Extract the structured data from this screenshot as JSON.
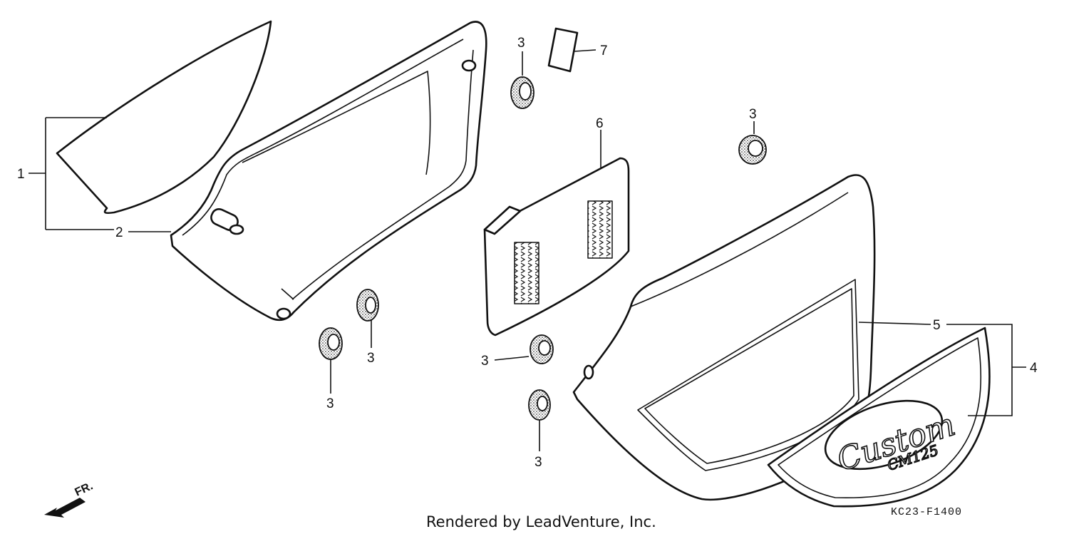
{
  "callouts": {
    "c1": "1",
    "c2": "2",
    "c3": "3",
    "c4": "4",
    "c5": "5",
    "c6": "6",
    "c7": "7"
  },
  "direction_label": "FR.",
  "footer": "Rendered by LeadVenture, Inc.",
  "diagram_code": "KC23-F1400",
  "emblem": {
    "script": "Custom",
    "model": "CM125"
  }
}
